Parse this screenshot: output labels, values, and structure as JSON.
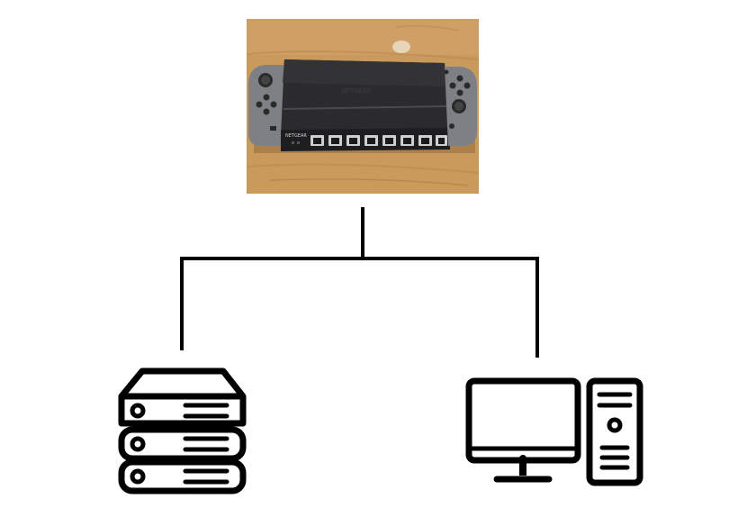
{
  "nodes": {
    "switch_photo": {
      "icon": "network-switch-photo",
      "brand_text": "NETGEAR"
    },
    "server": {
      "icon": "server-stack-icon"
    },
    "desktop": {
      "icon": "desktop-computer-icon"
    }
  },
  "connections": [
    {
      "from": "switch_photo",
      "to": "server"
    },
    {
      "from": "switch_photo",
      "to": "desktop"
    }
  ],
  "colors": {
    "line": "#000000",
    "wood": "#c99a5c",
    "switch_body": "#2b2b2d",
    "joycon_gray": "#7d8085",
    "port": "#cfcfcf"
  }
}
